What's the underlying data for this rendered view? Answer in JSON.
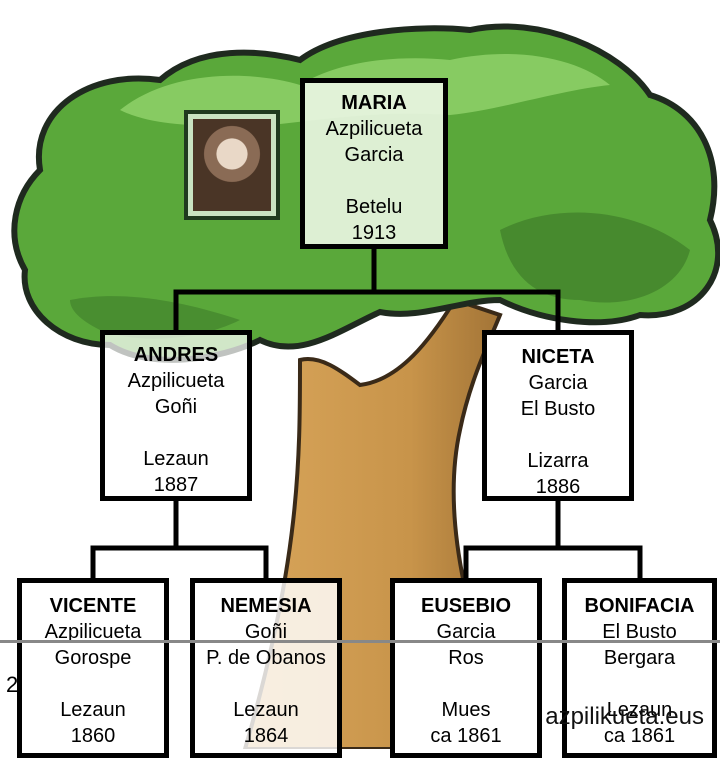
{
  "people": {
    "maria": {
      "name": "MARIA",
      "surname1": "Azpilicueta",
      "surname2": "Garcia",
      "place": "Betelu",
      "year": "1913"
    },
    "andres": {
      "name": "ANDRES",
      "surname1": "Azpilicueta",
      "surname2": "Goñi",
      "place": "Lezaun",
      "year": "1887"
    },
    "niceta": {
      "name": "NICETA",
      "surname1": "Garcia",
      "surname2": "El Busto",
      "place": "Lizarra",
      "year": "1886"
    },
    "vicente": {
      "name": "VICENTE",
      "surname1": "Azpilicueta",
      "surname2": "Gorospe",
      "place": "Lezaun",
      "year": "1860"
    },
    "nemesia": {
      "name": "NEMESIA",
      "surname1": "Goñi",
      "surname2": "P. de Obanos",
      "place": "Lezaun",
      "year": "1864"
    },
    "eusebio": {
      "name": "EUSEBIO",
      "surname1": "Garcia",
      "surname2": "Ros",
      "place": "Mues",
      "year": "ca 1861"
    },
    "bonifacia": {
      "name": "BONIFACIA",
      "surname1": "El Busto",
      "surname2": "Bergara",
      "place": "Lezaun",
      "year": "ca 1861"
    }
  },
  "page_number": "2",
  "watermark": "azpilikueta.eus",
  "colors": {
    "foliage": "#5aa83a",
    "foliage_light": "#8fd16a",
    "foliage_dark": "#3e7d2a",
    "trunk": "#c8944a",
    "outline": "#1f2a1f"
  }
}
